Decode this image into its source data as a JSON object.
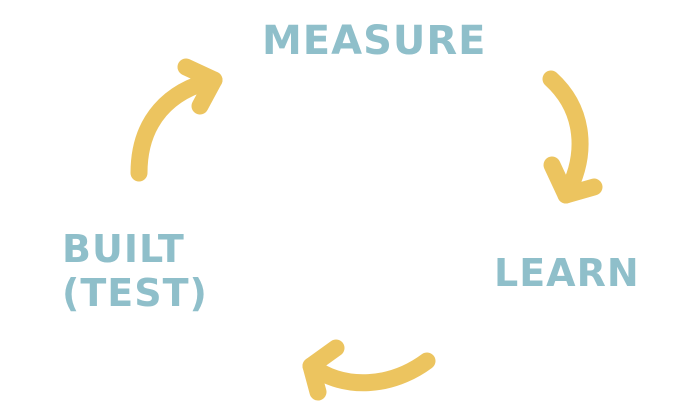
{
  "diagram": {
    "steps": [
      {
        "id": "measure",
        "label": "MEASURE"
      },
      {
        "id": "learn",
        "label": "LEARN"
      },
      {
        "id": "built",
        "label_lines": [
          "BUILT",
          "(TEST)"
        ]
      }
    ],
    "colors": {
      "label": "#8fbfca",
      "arrow": "#ecc45f",
      "background": "#ffffff"
    },
    "arrow_icons": [
      "curved-arrow-icon",
      "curved-arrow-icon",
      "curved-arrow-icon"
    ]
  }
}
